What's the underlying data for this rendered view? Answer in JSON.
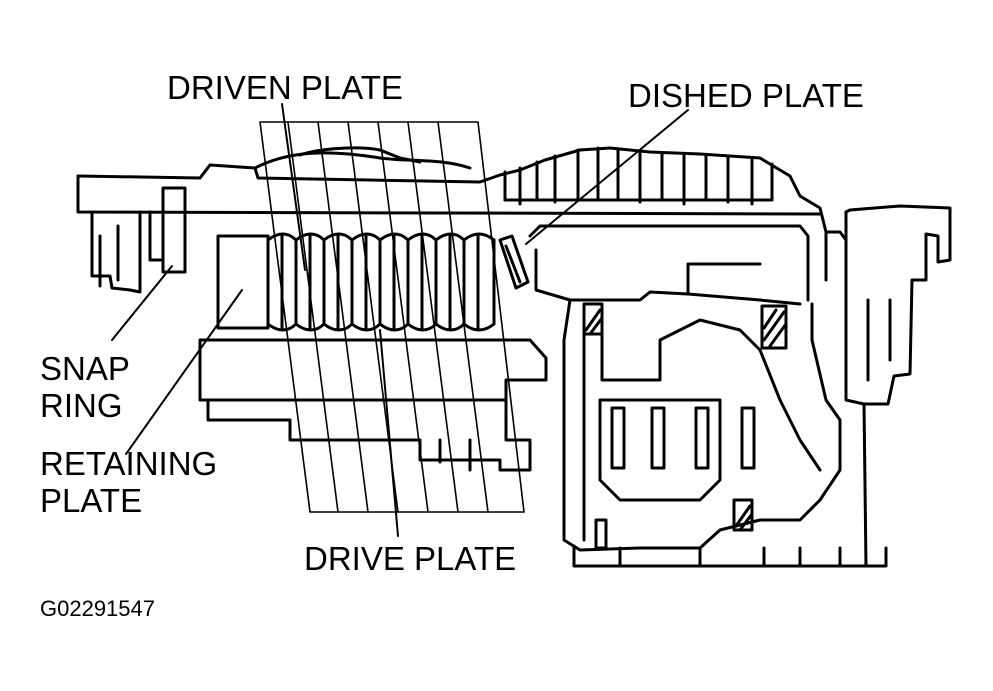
{
  "labels": {
    "driven_plate": "DRIVEN PLATE",
    "dished_plate": "DISHED PLATE",
    "snap_ring_line1": "SNAP",
    "snap_ring_line2": "RING",
    "retaining_plate_line1": "RETAINING",
    "retaining_plate_line2": "PLATE",
    "drive_plate": "DRIVE PLATE"
  },
  "figure_id": "G02291547",
  "colors": {
    "ink": "#000000",
    "paper": "#ffffff"
  }
}
